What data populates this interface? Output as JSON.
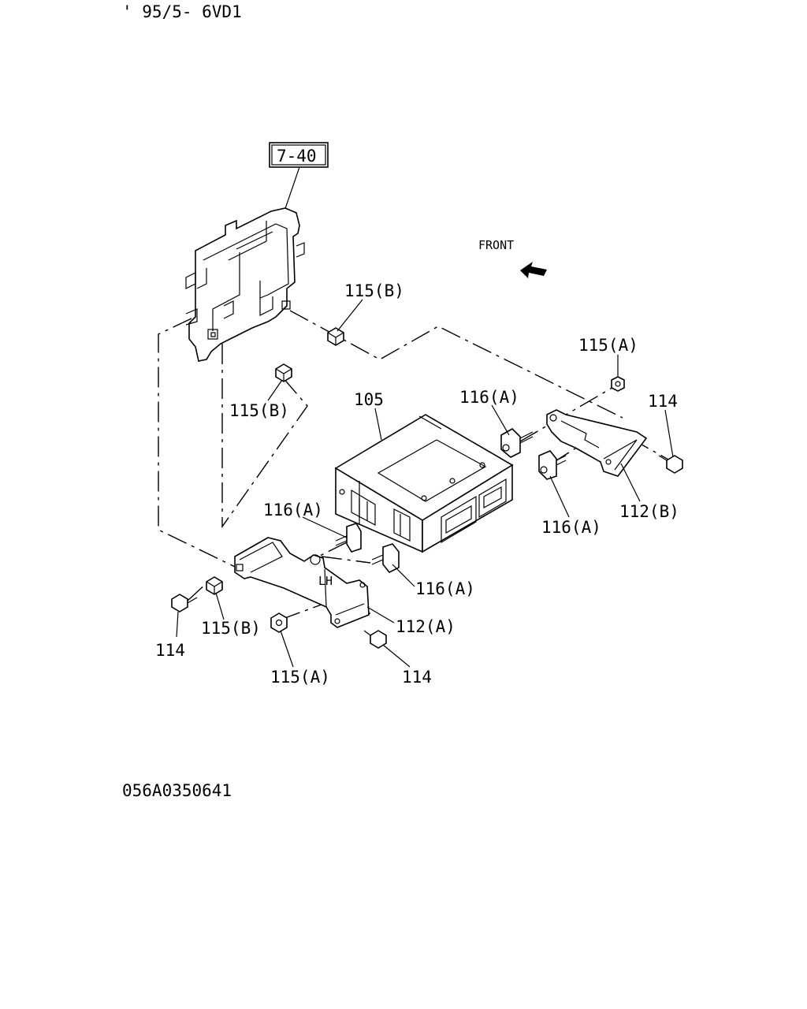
{
  "header": {
    "code": "' 95/5- 6VD1"
  },
  "footer": {
    "drawing_number": "056A0350641"
  },
  "ref_box": {
    "label": "7-40"
  },
  "direction": {
    "label": "FRONT"
  },
  "callouts": {
    "p115b_top": "115(B)",
    "p115a_right": "115(A)",
    "p114_right": "114",
    "p105": "105",
    "p116a_top": "116(A)",
    "p115b_mid": "115(B)",
    "p112b": "112(B)",
    "p116a_right": "116(A)",
    "p116a_left": "116(A)",
    "p116a_mid": "116(A)",
    "p112a": "112(A)",
    "p115b_bottom": "115(B)",
    "p114_left": "114",
    "p115a_bottom": "115(A)",
    "p114_bottom": "114"
  },
  "bracket_marking": "LH"
}
